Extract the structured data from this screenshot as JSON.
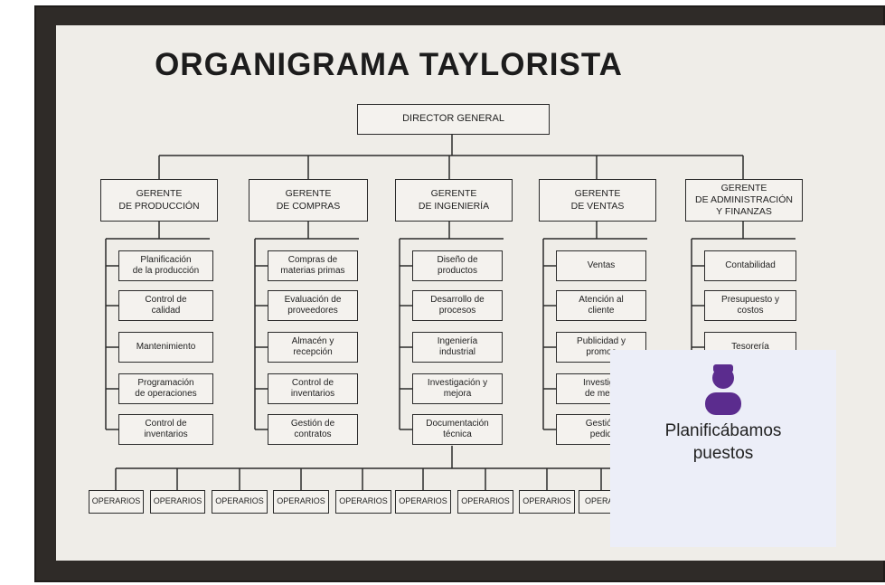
{
  "title": "ORGANIGRAMA TAYLORISTA",
  "director": "DIRECTOR GENERAL",
  "departments": [
    {
      "manager": "GERENTE\nDE PRODUCCIÓN",
      "items": [
        "Planificación\nde la producción",
        "Control de\ncalidad",
        "Mantenimiento",
        "Programación\nde operaciones",
        "Control de\ninventarios"
      ]
    },
    {
      "manager": "GERENTE\nDE COMPRAS",
      "items": [
        "Compras de\nmaterias primas",
        "Evaluación de\nproveedores",
        "Almacén y\nrecepción",
        "Control de\ninventarios",
        "Gestión de\ncontratos"
      ]
    },
    {
      "manager": "GERENTE\nDE INGENIERÍA",
      "items": [
        "Diseño de\nproductos",
        "Desarrollo de\nprocesos",
        "Ingeniería\nindustrial",
        "Investigación y\nmejora",
        "Documentación\ntécnica"
      ]
    },
    {
      "manager": "GERENTE\nDE VENTAS",
      "items": [
        "Ventas",
        "Atención al\ncliente",
        "Publicidad y\npromoc",
        "Investiga\nde merc",
        "Gestión\npedid"
      ]
    },
    {
      "manager": "GERENTE\nDE ADMINISTRACIÓN\nY FINANZAS",
      "items": [
        "Contabilidad",
        "Presupuesto y\ncostos",
        "Tesorería"
      ]
    }
  ],
  "operators": [
    "OPERARIOS",
    "OPERARIOS",
    "OPERARIOS",
    "OPERARIOS",
    "OPERARIOS",
    "OPERARIOS",
    "OPERARIOS",
    "OPERARIOS",
    "OPERA"
  ],
  "overlay": {
    "icon": "person-icon",
    "caption": "Planificábamos puestos",
    "color": "#5b2c8e"
  }
}
